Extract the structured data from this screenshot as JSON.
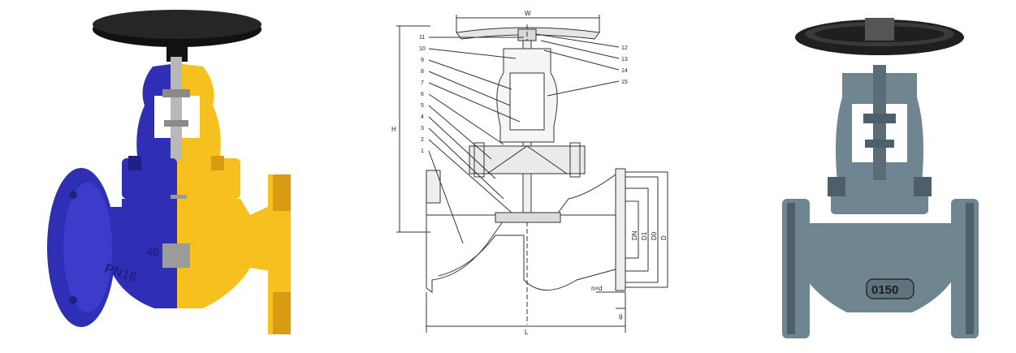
{
  "figure": {
    "left": {
      "body_text": "PN16",
      "bonnet_text": "40",
      "colors": {
        "blue": "#2e2fb5",
        "blue_dark": "#1f1f86",
        "yellow": "#f6c11e",
        "yellow_dark": "#d79c12",
        "wheel": "#1a1a1a",
        "metal": "#b8b8b8"
      }
    },
    "center": {
      "top_dim": "W",
      "height_dim": "H",
      "length_dim": "L",
      "flange_dims": [
        "DN",
        "D1",
        "D0",
        "D"
      ],
      "bolt_note": "n×d",
      "flange_thk": "g",
      "part_numbers_left": [
        "11",
        "10",
        "9",
        "8",
        "7",
        "6",
        "5",
        "4",
        "3",
        "2",
        "1"
      ],
      "part_numbers_right": [
        "12",
        "13",
        "14",
        "15"
      ]
    },
    "right": {
      "body_text": "0150",
      "colors": {
        "body": "#6f8590",
        "body_dark": "#4d5f68",
        "wheel": "#2a2a2a"
      }
    }
  }
}
